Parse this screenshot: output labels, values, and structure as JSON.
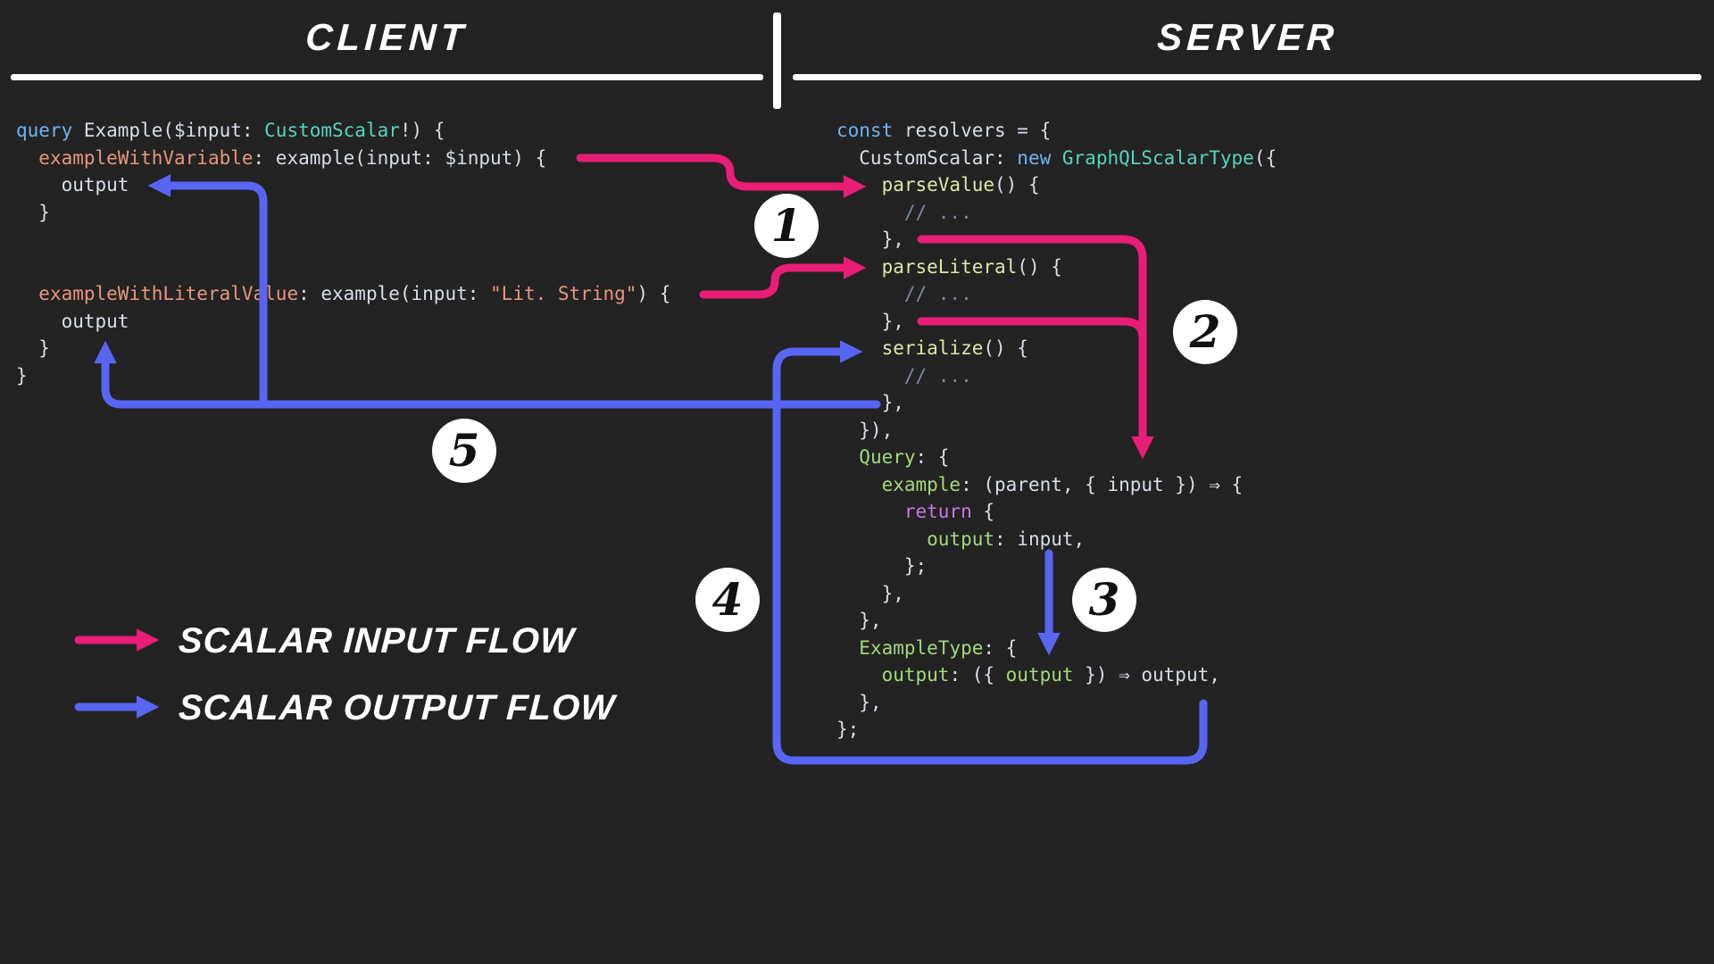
{
  "palette": {
    "background": "#222222",
    "pink": "#e81d75",
    "blue": "#5865f2",
    "white": "#ffffff",
    "code_plain": "#d8dee9",
    "code_blue": "#6fb3f2",
    "code_teal": "#56d4bc",
    "code_orange": "#e8967a",
    "code_yellow": "#dce8a6",
    "code_green": "#a3d977",
    "code_purple": "#c678dd",
    "code_comment": "#7b88a1"
  },
  "headers": {
    "client": "CLIENT",
    "server": "SERVER"
  },
  "client_code": {
    "lines": [
      [
        {
          "t": "query",
          "c": "blue"
        },
        {
          "t": " Example($input: ",
          "c": "plain"
        },
        {
          "t": "CustomScalar",
          "c": "teal"
        },
        {
          "t": "!) {",
          "c": "plain"
        }
      ],
      [
        {
          "t": "  ",
          "c": "plain"
        },
        {
          "t": "exampleWithVariable",
          "c": "orange"
        },
        {
          "t": ": example(input: $input) {",
          "c": "plain"
        }
      ],
      [
        {
          "t": "    output",
          "c": "plain"
        }
      ],
      [
        {
          "t": "  }",
          "c": "plain"
        }
      ],
      [],
      [],
      [
        {
          "t": "  ",
          "c": "plain"
        },
        {
          "t": "exampleWithLiteralValue",
          "c": "orange"
        },
        {
          "t": ": example(input: ",
          "c": "plain"
        },
        {
          "t": "\"Lit. String\"",
          "c": "orange"
        },
        {
          "t": ") {",
          "c": "plain"
        }
      ],
      [
        {
          "t": "    output",
          "c": "plain"
        }
      ],
      [
        {
          "t": "  }",
          "c": "plain"
        }
      ],
      [
        {
          "t": "}",
          "c": "plain"
        }
      ]
    ]
  },
  "server_code": {
    "lines": [
      [
        {
          "t": "const",
          "c": "blue"
        },
        {
          "t": " resolvers = {",
          "c": "plain"
        }
      ],
      [
        {
          "t": "  CustomScalar: ",
          "c": "plain"
        },
        {
          "t": "new",
          "c": "blue"
        },
        {
          "t": " ",
          "c": "plain"
        },
        {
          "t": "GraphQLScalarType",
          "c": "teal"
        },
        {
          "t": "({",
          "c": "plain"
        }
      ],
      [
        {
          "t": "    ",
          "c": "plain"
        },
        {
          "t": "parseValue",
          "c": "yellow"
        },
        {
          "t": "() {",
          "c": "plain"
        }
      ],
      [
        {
          "t": "      // ...",
          "c": "comment"
        }
      ],
      [
        {
          "t": "    },",
          "c": "plain"
        }
      ],
      [
        {
          "t": "    ",
          "c": "plain"
        },
        {
          "t": "parseLiteral",
          "c": "yellow"
        },
        {
          "t": "() {",
          "c": "plain"
        }
      ],
      [
        {
          "t": "      // ...",
          "c": "comment"
        }
      ],
      [
        {
          "t": "    },",
          "c": "plain"
        }
      ],
      [
        {
          "t": "    ",
          "c": "plain"
        },
        {
          "t": "serialize",
          "c": "yellow"
        },
        {
          "t": "() {",
          "c": "plain"
        }
      ],
      [
        {
          "t": "      // ...",
          "c": "comment"
        }
      ],
      [
        {
          "t": "    },",
          "c": "plain"
        }
      ],
      [
        {
          "t": "  }),",
          "c": "plain"
        }
      ],
      [
        {
          "t": "  ",
          "c": "plain"
        },
        {
          "t": "Query",
          "c": "green"
        },
        {
          "t": ": {",
          "c": "plain"
        }
      ],
      [
        {
          "t": "    ",
          "c": "plain"
        },
        {
          "t": "example",
          "c": "green"
        },
        {
          "t": ": (parent, { input }) ⇒ {",
          "c": "plain"
        }
      ],
      [
        {
          "t": "      ",
          "c": "plain"
        },
        {
          "t": "return",
          "c": "purple"
        },
        {
          "t": " {",
          "c": "plain"
        }
      ],
      [
        {
          "t": "        ",
          "c": "plain"
        },
        {
          "t": "output",
          "c": "green"
        },
        {
          "t": ": input,",
          "c": "plain"
        }
      ],
      [
        {
          "t": "      };",
          "c": "plain"
        }
      ],
      [
        {
          "t": "    },",
          "c": "plain"
        }
      ],
      [
        {
          "t": "  },",
          "c": "plain"
        }
      ],
      [
        {
          "t": "  ",
          "c": "plain"
        },
        {
          "t": "ExampleType",
          "c": "green"
        },
        {
          "t": ": {",
          "c": "plain"
        }
      ],
      [
        {
          "t": "    ",
          "c": "plain"
        },
        {
          "t": "output",
          "c": "green"
        },
        {
          "t": ": ({ ",
          "c": "plain"
        },
        {
          "t": "output",
          "c": "green"
        },
        {
          "t": " }) ⇒ output,",
          "c": "plain"
        }
      ],
      [
        {
          "t": "  },",
          "c": "plain"
        }
      ],
      [
        {
          "t": "};",
          "c": "plain"
        }
      ]
    ]
  },
  "steps": [
    "1",
    "2",
    "3",
    "4",
    "5"
  ],
  "legend": [
    {
      "color": "pink",
      "label": "SCALAR INPUT FLOW"
    },
    {
      "color": "blue",
      "label": "SCALAR OUTPUT FLOW"
    }
  ]
}
